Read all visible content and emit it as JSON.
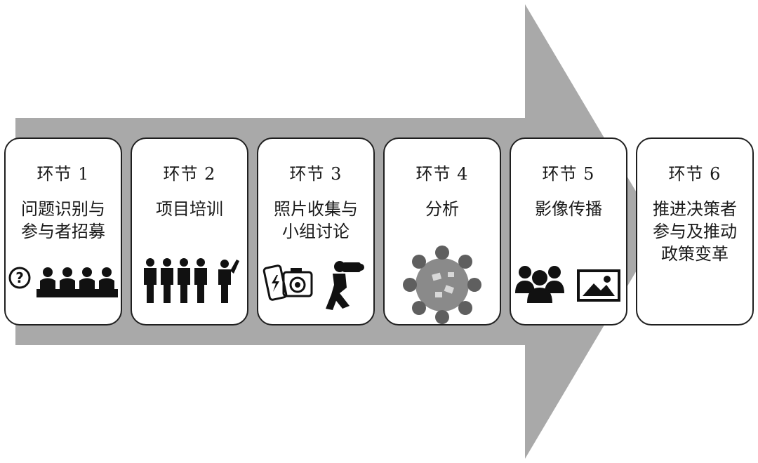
{
  "stages": [
    {
      "label": "环节 1",
      "desc": [
        "问题识别与",
        "参与者招募"
      ],
      "icons": [
        "question-icon",
        "audience-icon"
      ]
    },
    {
      "label": "环节 2",
      "desc": [
        "项目培训"
      ],
      "icons": [
        "trainees-with-trainer-icon"
      ]
    },
    {
      "label": "环节 3",
      "desc": [
        "照片收集与",
        "小组讨论"
      ],
      "icons": [
        "phone-camera-icon",
        "photographer-icon"
      ]
    },
    {
      "label": "环节 4",
      "desc": [
        "分析"
      ],
      "icons": [
        "round-table-discussion-icon"
      ]
    },
    {
      "label": "环节 5",
      "desc": [
        "影像传播"
      ],
      "icons": [
        "group-icon",
        "picture-icon"
      ]
    },
    {
      "label": "环节 6",
      "desc": [
        "推进决策者",
        "参与及推动",
        "政策变革"
      ],
      "icons": []
    }
  ],
  "colors": {
    "arrow": "#a9a9a9",
    "box_border": "#1f1f1f",
    "icon": "#111111",
    "text": "#1a1a1a"
  }
}
